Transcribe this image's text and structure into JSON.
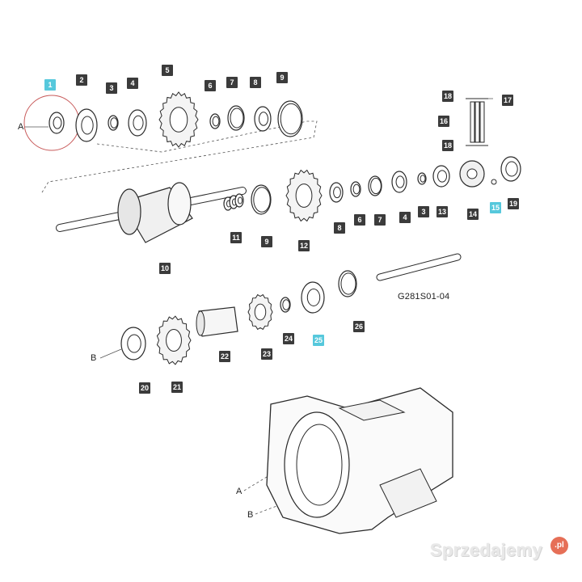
{
  "diagram": {
    "drawing_code": "G281S01-04",
    "highlight_color": "#56c8dc",
    "label_color": "#3b3b3b",
    "highlighted_parts": [
      "1",
      "15",
      "25"
    ],
    "reference_letters": [
      "A",
      "B"
    ],
    "parts": [
      "1",
      "2",
      "3",
      "4",
      "5",
      "6",
      "7",
      "8",
      "9",
      "10",
      "11",
      "12",
      "13",
      "14",
      "15",
      "16",
      "17",
      "18",
      "19",
      "20",
      "21",
      "22",
      "23",
      "24",
      "25",
      "26"
    ]
  },
  "watermark": {
    "text": "Sprzedajemy",
    "badge": ".pl"
  }
}
